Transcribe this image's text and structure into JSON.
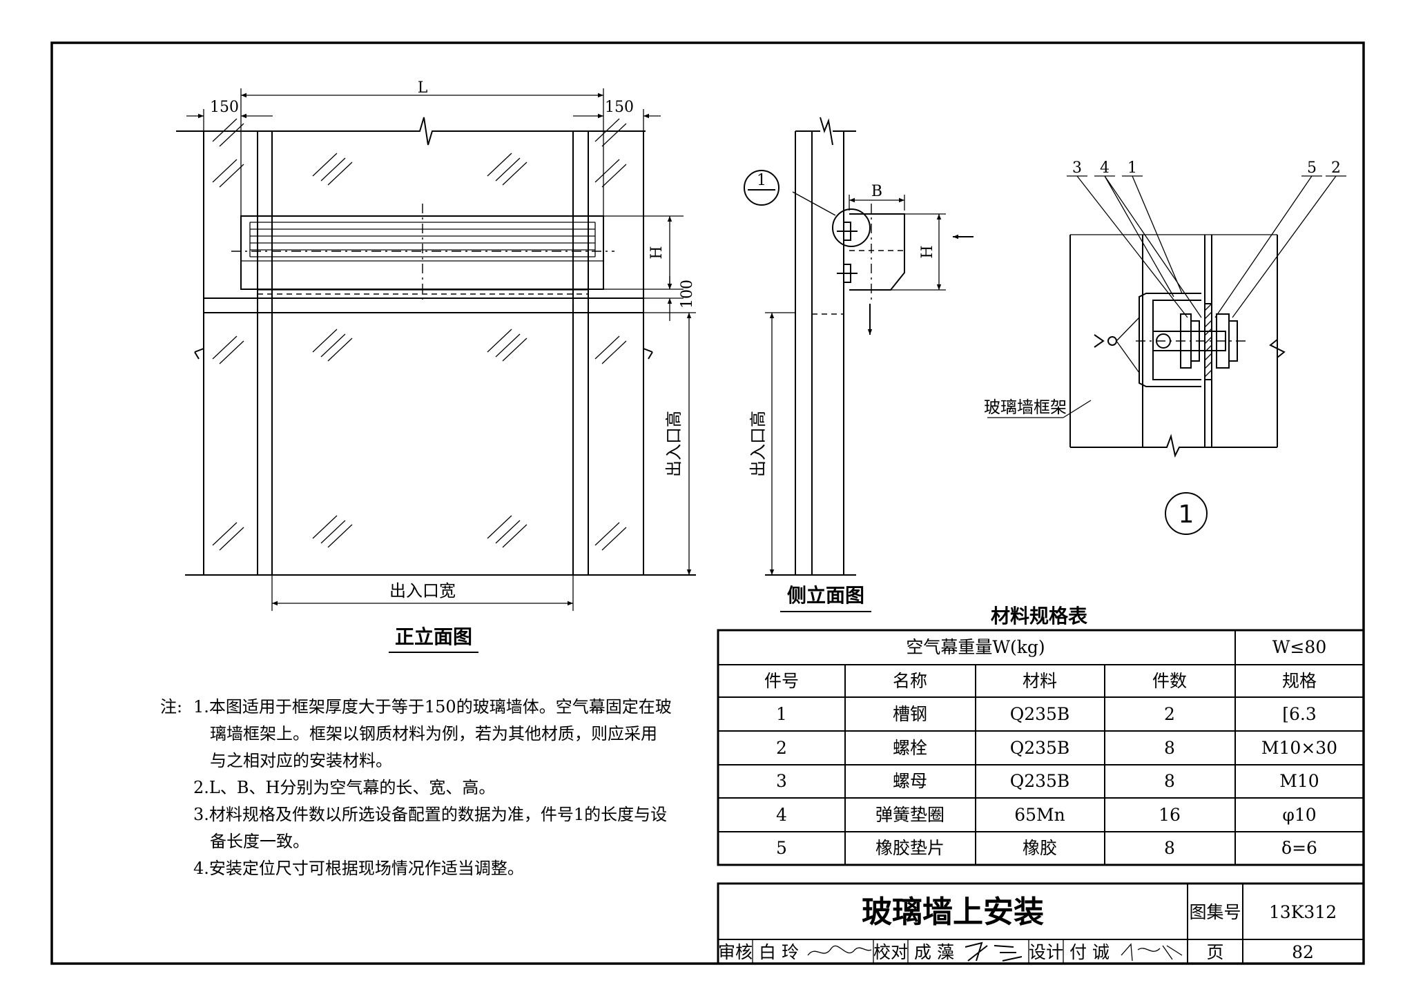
{
  "front_view": {
    "title": "正立面图",
    "dim_L": "L",
    "dim_150_left": "150",
    "dim_150_right": "150",
    "dim_H": "H",
    "dim_100": "100",
    "dim_height": "出入口高",
    "dim_width": "出入口宽"
  },
  "side_view": {
    "title": "侧立面图",
    "dim_B": "B",
    "dim_H": "H",
    "dim_height": "出入口高",
    "callout_number": "1"
  },
  "detail_view": {
    "callouts": [
      "3",
      "4",
      "1",
      "5",
      "2"
    ],
    "frame_label": "玻璃墙框架",
    "detail_number": "1"
  },
  "materials_table": {
    "title": "材料规格表",
    "weight_label": "空气幕重量W(kg)",
    "weight_value": "W≤80",
    "headers": [
      "件号",
      "名称",
      "材料",
      "件数",
      "规格"
    ],
    "rows": [
      [
        "1",
        "槽钢",
        "Q235B",
        "2",
        "[6.3"
      ],
      [
        "2",
        "螺栓",
        "Q235B",
        "8",
        "M10×30"
      ],
      [
        "3",
        "螺母",
        "Q235B",
        "8",
        "M10"
      ],
      [
        "4",
        "弹簧垫圈",
        "65Mn",
        "16",
        "φ10"
      ],
      [
        "5",
        "橡胶垫片",
        "橡胶",
        "8",
        "δ=6"
      ]
    ]
  },
  "notes": {
    "prefix": "注:",
    "lines": [
      "1.本图适用于框架厚度大于等于150的玻璃墙体。空气幕固定在玻",
      "璃墙框架上。框架以钢质材料为例，若为其他材质，则应采用",
      "与之相对应的安装材料。",
      "2.L、B、H分别为空气幕的长、宽、高。",
      "3.材料规格及件数以所选设备配置的数据为准，件号1的长度与设",
      "备长度一致。",
      "4.安装定位尺寸可根据现场情况作适当调整。"
    ]
  },
  "title_block": {
    "title": "玻璃墙上安装",
    "atlas_label": "图集号",
    "atlas_value": "13K312",
    "page_label": "页",
    "page_value": "82",
    "review_label": "审核",
    "reviewer": "白  玲",
    "check_label": "校对",
    "checker": "成  藻",
    "design_label": "设计",
    "designer": "付  诚"
  }
}
